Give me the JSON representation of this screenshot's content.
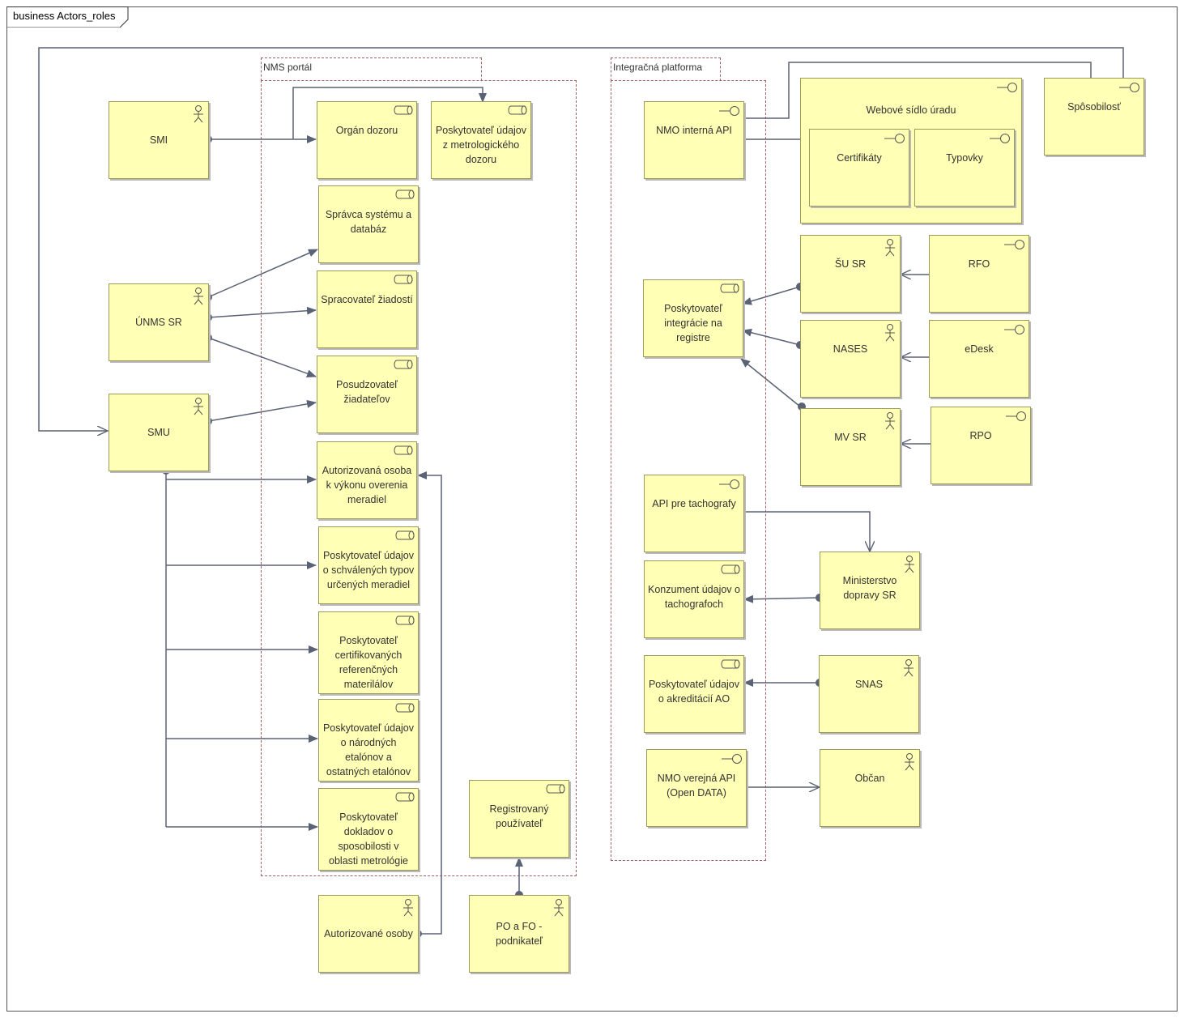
{
  "diagram": {
    "title": "business Actors_roles",
    "groups": {
      "nms_portal": "NMS portál",
      "integracna_platforma": "Integračná platforma"
    },
    "actors": {
      "smi": "SMI",
      "unms": "ÚNMS SR",
      "smu": "SMU",
      "autorizovane_osoby": "Autorizované osoby",
      "po_fo": "PO a FO - podnikateľ",
      "su_sr": "ŠU SR",
      "nases": "NASES",
      "mv_sr": "MV SR",
      "ministerstvo": "Ministerstvo dopravy SR",
      "snas": "SNAS",
      "obcan": "Občan"
    },
    "roles": {
      "organ_dozoru": "Orgán dozoru",
      "poskytovatel_metrologickeho": "Poskytovateľ údajov z metrologického dozoru",
      "spravca": "Správca systému a databáz",
      "spracovatel": "Spracovateľ žiadostí",
      "posudzovatel": "Posudzovateľ žiadateľov",
      "autorizovana_osoba": "Autorizovaná osoba k výkonu overenia meradiel",
      "poskytovatel_typov": "Poskytovateľ údajov o schválených typov určených meradiel",
      "poskytovatel_materialov": "Poskytovateľ certifikovaných referenčných materilálov",
      "poskytovatel_etalonov": "Poskytovateľ údajov o národných etalónov a ostatných etalónov",
      "poskytovatel_dokladov": "Poskytovateľ dokladov o sposobilosti v oblasti metrológie",
      "registrovany": "Registrovaný používateľ",
      "poskytovatel_integracie": "Poskytovateľ integrácie na registre",
      "konzument": "Konzument údajov o tachografoch",
      "poskytovatel_akreditacii": "Poskytovateľ údajov o akreditácií AO"
    },
    "interfaces": {
      "nmo_interna": "NMO interná API",
      "webove_sidlo": "Webové sídlo úradu",
      "certifikaty": "Certifikáty",
      "typovky": "Typovky",
      "sposobilost": "Spôsobilosť",
      "rfo": "RFO",
      "edesk": "eDesk",
      "rpo": "RPO",
      "api_tachografy": "API pre tachografy",
      "nmo_verejna": "NMO verejná API (Open DATA)"
    }
  }
}
